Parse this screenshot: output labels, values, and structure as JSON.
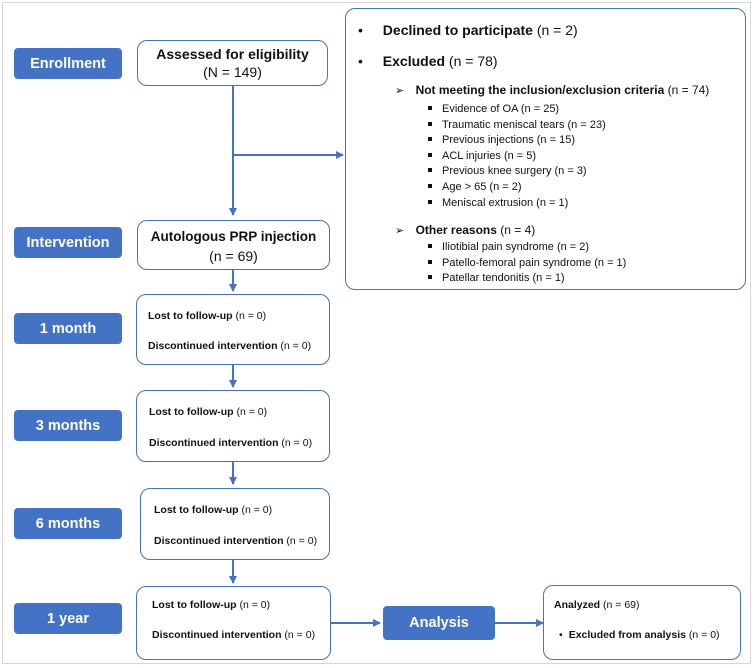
{
  "stages": {
    "enrollment": "Enrollment",
    "intervention": "Intervention",
    "m1": "1 month",
    "m3": "3 months",
    "m6": "6 months",
    "y1": "1 year",
    "analysis": "Analysis"
  },
  "eligibility": {
    "title": "Assessed for eligibility",
    "count": "(N = 149)"
  },
  "injection": {
    "title": "Autologous PRP injection",
    "count": "(n = 69)"
  },
  "followup": {
    "lost_label": "Lost to follow-up",
    "lost_count": " (n = 0)",
    "disc_label": "Discontinued intervention",
    "disc_count": " (n = 0)"
  },
  "exclusion": {
    "declined_label": "Declined to participate",
    "declined_count": " (n = 2)",
    "excluded_label": "Excluded",
    "excluded_count": " (n = 78)",
    "criteria_label": "Not meeting the inclusion/exclusion criteria",
    "criteria_count": " (n = 74)",
    "criteria_items": [
      "Evidence of OA (n = 25)",
      "Traumatic meniscal tears (n = 23)",
      "Previous injections (n = 15)",
      "ACL injuries (n = 5)",
      "Previous knee surgery (n = 3)",
      "Age > 65 (n = 2)",
      "Meniscal extrusion (n = 1)"
    ],
    "other_label": "Other reasons",
    "other_count": " (n = 4)",
    "other_items": [
      "Iliotibial pain syndrome (n = 2)",
      "Patello-femoral pain syndrome (n = 1)",
      "Patellar tendonitis (n = 1)"
    ]
  },
  "analyzed": {
    "analyzed_label": "Analyzed",
    "analyzed_count": " (n = 69)",
    "excl_label": "Excluded from analysis",
    "excl_count": " (n = 0)"
  },
  "colors": {
    "accent": "#4472c4"
  }
}
